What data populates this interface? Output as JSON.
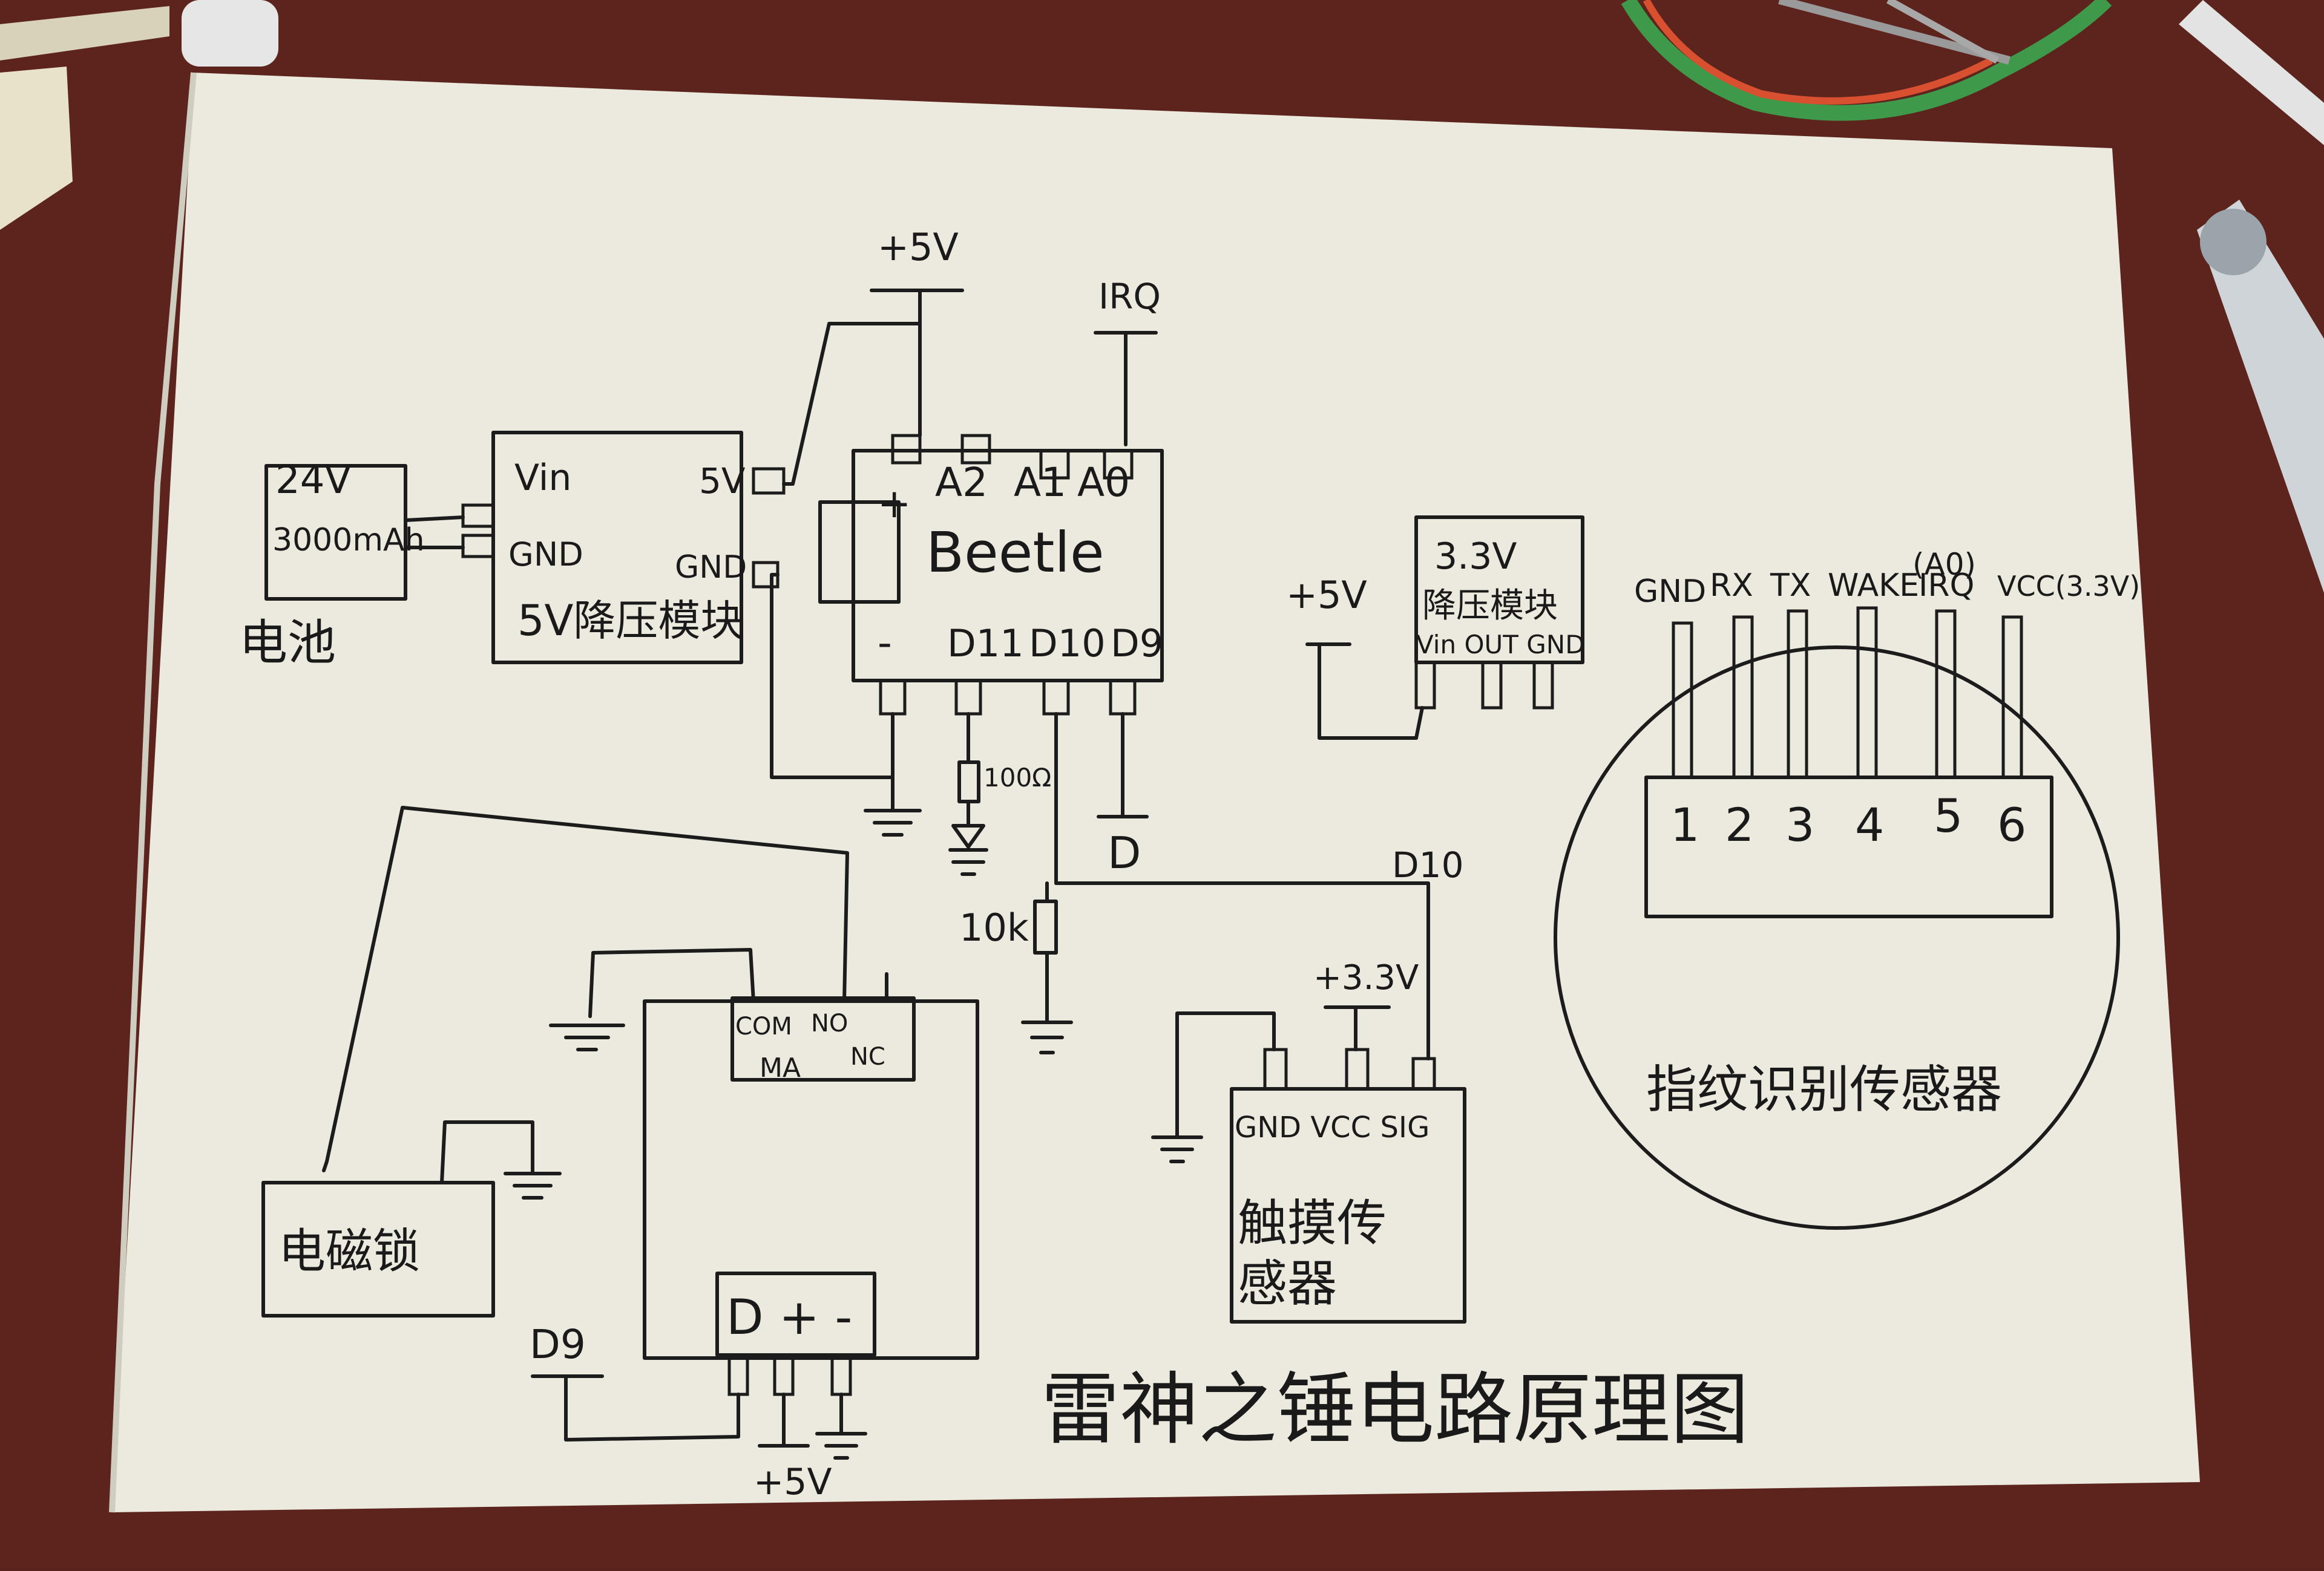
{
  "title": "雷神之锤电路原理图",
  "battery": {
    "voltage": "24V",
    "capacity": "3000mAh",
    "caption": "电池"
  },
  "buck5v": {
    "vin": "Vin",
    "gnd_in": "GND",
    "out": "5V",
    "gnd_out": "GND",
    "caption": "5V降压模块"
  },
  "beetle": {
    "name": "Beetle",
    "plus": "+",
    "minus": "-",
    "a2": "A2",
    "a1": "A1",
    "a0": "A0",
    "d11": "D11",
    "d10": "D10",
    "d9": "D9"
  },
  "beetle_top": {
    "plus5v": "+5V",
    "irq": "IRQ"
  },
  "beetle_bottom": {
    "res100": "100Ω",
    "d9_out": "D",
    "res10k": "10k",
    "d10_net": "D10"
  },
  "buck33": {
    "voltage": "3.3V",
    "caption": "降压模块",
    "pins": "Vin OUT GND",
    "plus5v": "+5V"
  },
  "fingerprint": {
    "pin_labels": [
      "GND",
      "RX",
      "TX",
      "WAKE",
      "IRQ",
      "VCC(3.3V)"
    ],
    "pin_note": "(A0)",
    "numbers": [
      "1",
      "2",
      "3",
      "4",
      "5",
      "6"
    ],
    "caption": "指纹识别传感器"
  },
  "relay": {
    "com": "COM",
    "no": "NO",
    "nc": "NC",
    "ma": "MA",
    "pins": "D  +  -",
    "d9": "D9",
    "plus5v": "+5V"
  },
  "solenoid": {
    "caption": "电磁锁"
  },
  "touch": {
    "plus33": "+3.3V",
    "pins": "GND VCC SIG",
    "caption_line1": "触摸传",
    "caption_line2": "感器"
  }
}
